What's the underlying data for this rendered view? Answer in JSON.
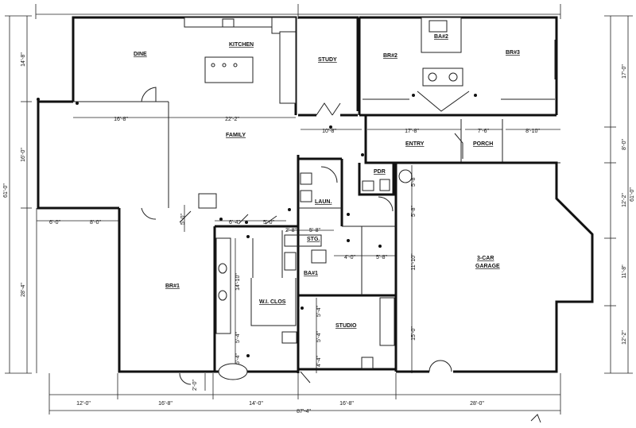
{
  "rooms": {
    "dine": "DINE",
    "kitchen": "KITCHEN",
    "study": "STUDY",
    "br2": "BR#2",
    "ba2": "BA#2",
    "br3": "BR#3",
    "family": "FAMILY",
    "entry": "ENTRY",
    "porch": "PORCH",
    "pdr": "PDR",
    "laun": "LAUN.",
    "br1": "BR#1",
    "stg": "STG.",
    "ba1": "BA#1",
    "wi_clos": "W.I. CLOS",
    "studio": "STUDIO",
    "garage_line1": "3-CAR",
    "garage_line2": "GARAGE"
  },
  "dims": {
    "left_1": "14'-8\"",
    "left_2": "16'-0\"",
    "left_3": "28'-4\"",
    "left_total": "61'-0\"",
    "left_small": "2'-0\"",
    "right_1": "17'-0\"",
    "right_2": "8'-0\"",
    "right_3": "12'-2\"",
    "right_4": "11'-8\"",
    "right_5": "12'-2\"",
    "right_total": "61'-0\"",
    "bottom_1": "12'-0\"",
    "bottom_2": "16'-8\"",
    "bottom_3": "14'-0\"",
    "bottom_4": "16'-8\"",
    "bottom_5": "28'-0\"",
    "bottom_total": "87'-4\"",
    "dine_w": "16'-8\"",
    "family_w": "22'-2\"",
    "entry_w1": "10'-8\"",
    "entry_w2": "17'-8\"",
    "porch_w1": "7'-6\"",
    "porch_w2": "8'-10\"",
    "h_6_0": "6'-0\"",
    "h_8_0": "8'-0\"",
    "d_5_0": "5'-0\"",
    "d_6_4": "6'-4\"",
    "d_5_0b": "5'-0\"",
    "d_2_8": "2'-8\"",
    "d_5_8": "5'-8\"",
    "d_4_0": "4'-0\"",
    "d_5_8b": "5'-8\"",
    "v_5_8": "5'-8\"",
    "v_5_8b": "5'-8\"",
    "v_11_10": "11'-10\"",
    "v_14_10": "14'-10\"",
    "v_5_4a": "5'-4\"",
    "v_5_4b": "5'-4\"",
    "v_5_4c": "5'-4\"",
    "v_15_0": "15'-0\"",
    "v_4_4": "4'-4\"",
    "v_5_4d": "5'-4\""
  }
}
